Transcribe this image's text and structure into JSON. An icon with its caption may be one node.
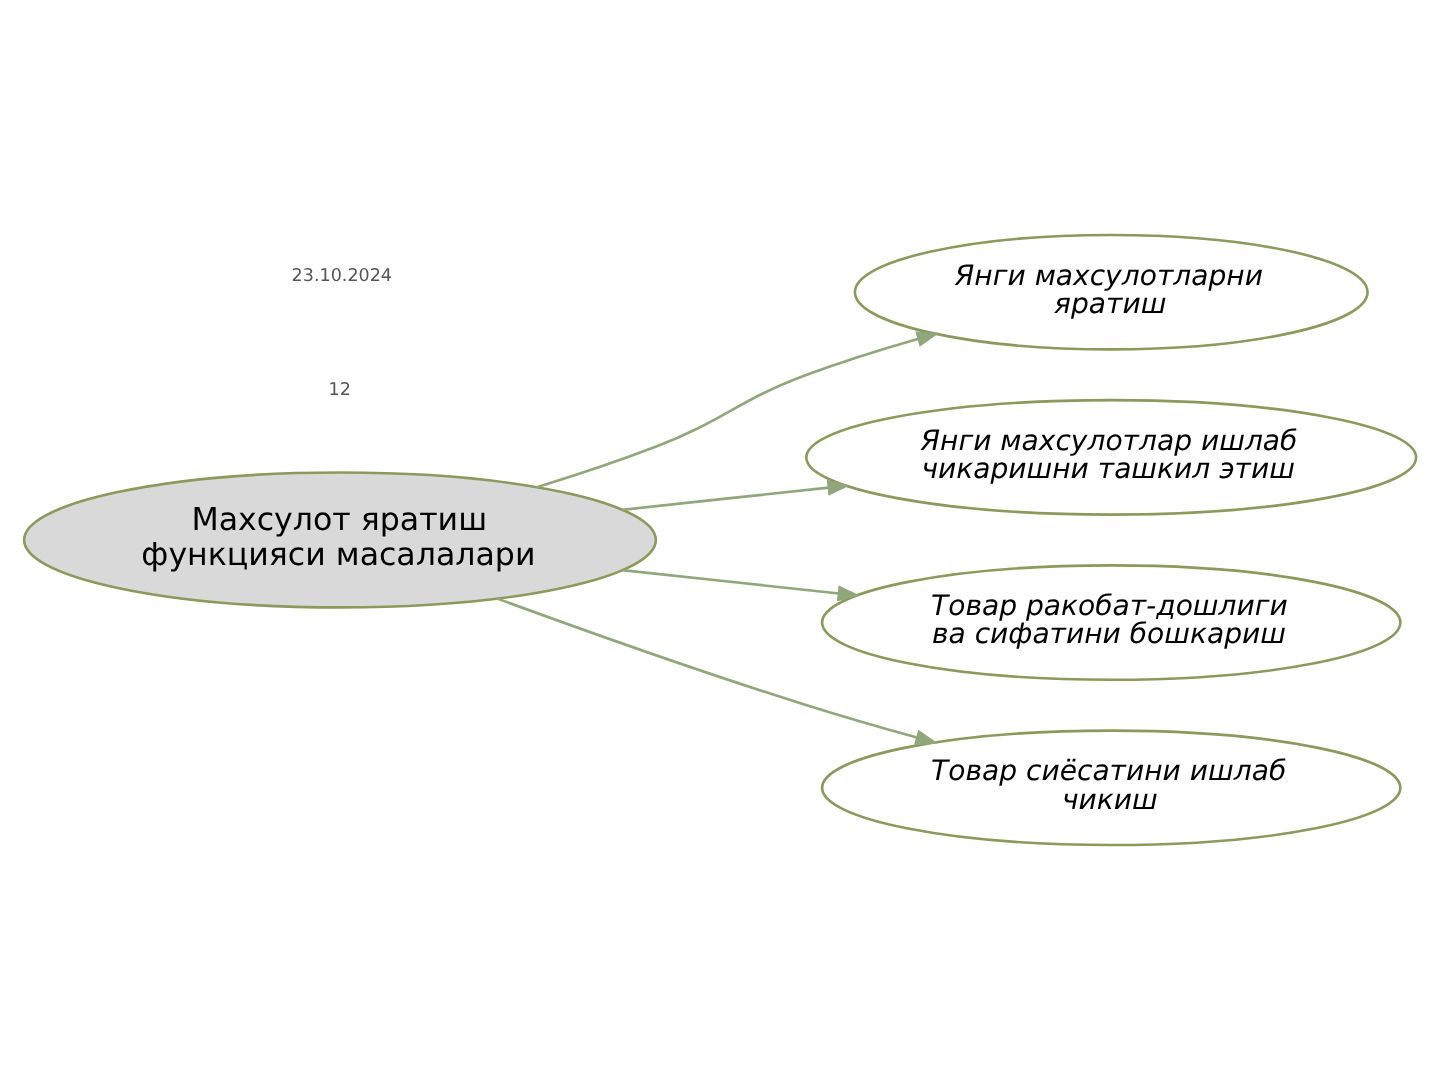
{
  "diagram": {
    "nodes": [
      {
        "text": [
          "Махсулот яратиш функцияси масалалари"
        ]
      },
      {
        "text": [
          "Янги махсулотларни яратиш"
        ]
      },
      {
        "text": [
          "Янги махсулотлар ишлаб чикаришни ташкил этиш"
        ]
      },
      {
        "text": [
          "Товар ракобат-дошлиги ва сифатини бошкариш"
        ]
      },
      {
        "text": [
          "Товар сиёсатини ишлаб чикиш"
        ]
      }
    ],
    "edges": [
      {
        "from": 0,
        "to": 1,
        "arrow": "to"
      },
      {
        "from": 0,
        "to": 2,
        "arrow": "to"
      },
      {
        "from": 0,
        "to": 3,
        "arrow": "to"
      },
      {
        "from": 0,
        "to": 4,
        "arrow": "to"
      }
    ],
    "labels": [
      "12",
      "23.10.2024"
    ]
  }
}
